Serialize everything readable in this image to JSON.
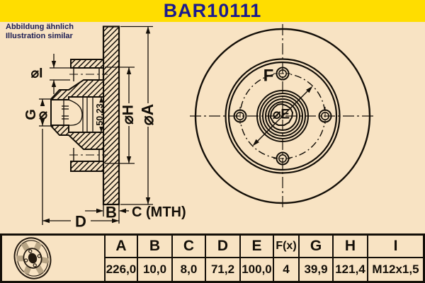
{
  "banner": {
    "part_number": "BAR10111",
    "bg_color": "#FFDD00",
    "text_color": "#1b1b8e"
  },
  "note": {
    "line1": "Abbildung ähnlich",
    "line2": "Illustration similar"
  },
  "colors": {
    "background": "#F8E3C3",
    "line": "#140f08",
    "icon_shade": "#b7a485"
  },
  "cross_section_labels": {
    "dia_i": "⌀I",
    "g_letter": "G",
    "g_symbol": "⌀",
    "bore_dim": "50,23",
    "dia_h": "⌀H",
    "dia_a": "⌀A",
    "b": "B",
    "c_mth": "C (MTH)",
    "d": "D"
  },
  "front_view_labels": {
    "f": "F",
    "dia_e": "⌀E"
  },
  "table": {
    "headers": [
      "A",
      "B",
      "C",
      "D",
      "E",
      "F(x)",
      "G",
      "H",
      "I"
    ],
    "values": [
      "226,0",
      "10,0",
      "8,0",
      "71,2",
      "100,0",
      "4",
      "39,9",
      "121,4",
      "M12x1,5"
    ]
  }
}
